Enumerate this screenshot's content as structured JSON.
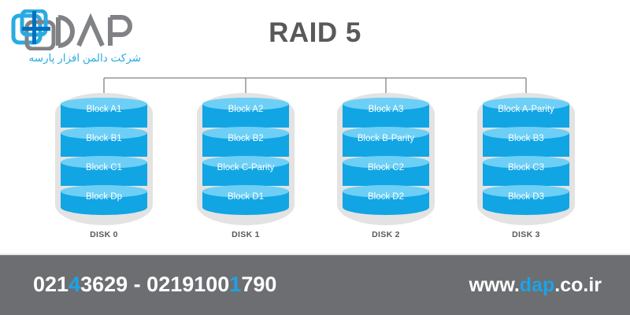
{
  "title": "RAID 5",
  "logo": {
    "wordmark": "DAP",
    "tagline": "شرکت دالمن افزار پارسه",
    "mark_colors": {
      "blue": "#29abe2",
      "gray": "#808285",
      "dark_blue": "#0071bc"
    }
  },
  "colors": {
    "block_top": "#6dcff6",
    "block_body": "#11a5e4",
    "shell": "#e3e3e3",
    "title_gray": "#58595b",
    "footer_gray": "#6d6e71",
    "accent_blue": "#1ba3e8",
    "connector_line": "#808285"
  },
  "disks": [
    {
      "caption": "DISK 0",
      "blocks": [
        "Block A1",
        "Block B1",
        "Block C1",
        "Block Dp"
      ]
    },
    {
      "caption": "DISK 1",
      "blocks": [
        "Block A2",
        "Block B2",
        "Block C-Parity",
        "Block D1"
      ]
    },
    {
      "caption": "DISK 2",
      "blocks": [
        "Block A3",
        "Block B-Parity",
        "Block C2",
        "Block D2"
      ]
    },
    {
      "caption": "DISK 3",
      "blocks": [
        "Block A-Parity",
        "Block B3",
        "Block C3",
        "Block D3"
      ]
    }
  ],
  "footer": {
    "phone": {
      "full": "02143629 - 02191001790",
      "part1_pre": "021",
      "part1_accent": "4",
      "part1_post": "3629",
      "separator": " - ",
      "part2_pre": "0219100",
      "part2_accent": "1",
      "part2_post": "790"
    },
    "website": {
      "full": "www.dap.co.ir",
      "pre": "www.",
      "accent": "dap",
      "post": ".co.ir"
    }
  }
}
